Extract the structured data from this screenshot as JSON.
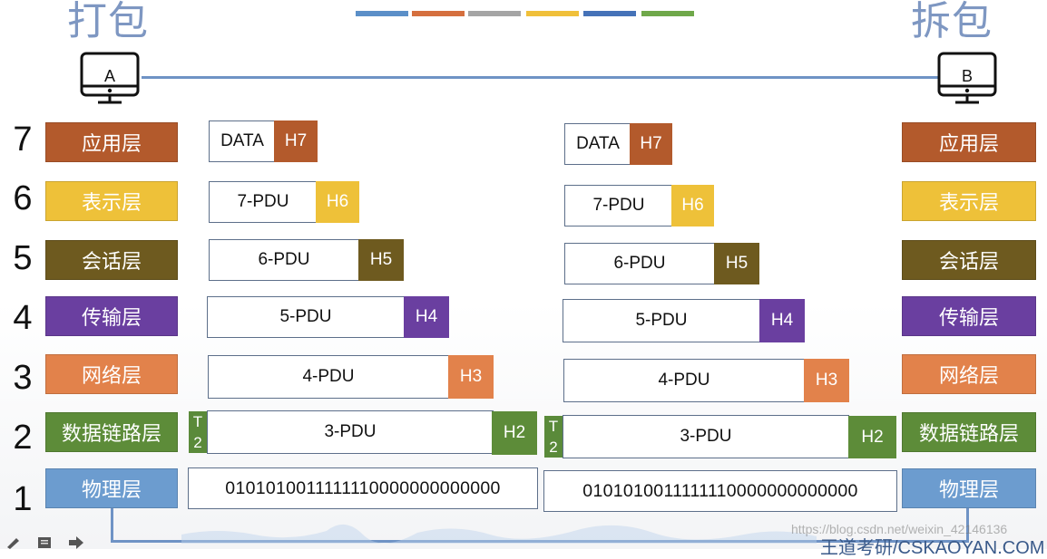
{
  "titles": {
    "left": "打包",
    "right": "拆包"
  },
  "stripe_colors": [
    "#5b8fc8",
    "#d56f3e",
    "#a5a5a5",
    "#f0c03a",
    "#4572b8",
    "#6fa84a"
  ],
  "computers": {
    "left": "A",
    "right": "B"
  },
  "layer_numbers": [
    "7",
    "6",
    "5",
    "4",
    "3",
    "2",
    "1"
  ],
  "layers": [
    {
      "name": "应用层",
      "color": "#b35a2c"
    },
    {
      "name": "表示层",
      "color": "#eec139"
    },
    {
      "name": "会话层",
      "color": "#6e5a1f"
    },
    {
      "name": "传输层",
      "color": "#6a3fa0"
    },
    {
      "name": "网络层",
      "color": "#e2824b"
    },
    {
      "name": "数据链路层",
      "color": "#5d8c39"
    },
    {
      "name": "物理层",
      "color": "#6c9ccf"
    }
  ],
  "units": {
    "data": "DATA",
    "pdu7": "7-PDU",
    "pdu6": "6-PDU",
    "pdu5": "5-PDU",
    "pdu4": "4-PDU",
    "pdu3": "3-PDU"
  },
  "headers": {
    "h7": "H7",
    "h6": "H6",
    "h5": "H5",
    "h4": "H4",
    "h3": "H3",
    "h2": "H2"
  },
  "trailer": {
    "t": "T",
    "n": "2"
  },
  "bits": "0101010011111110000000000000",
  "watermark": "https://blog.csdn.net/weixin_42146136",
  "brand": "王道考研/CSKAOYAN.COM"
}
